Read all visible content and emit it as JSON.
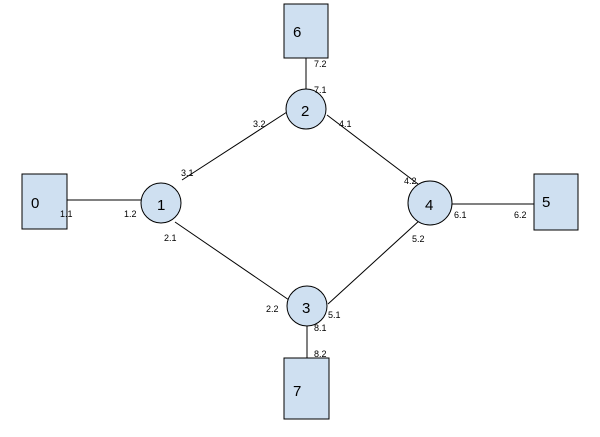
{
  "diagram": {
    "nodes": {
      "n0": {
        "label": "0",
        "shape": "box"
      },
      "n1": {
        "label": "1",
        "shape": "circle"
      },
      "n2": {
        "label": "2",
        "shape": "circle"
      },
      "n3": {
        "label": "3",
        "shape": "circle"
      },
      "n4": {
        "label": "4",
        "shape": "circle"
      },
      "n5": {
        "label": "5",
        "shape": "box"
      },
      "n6": {
        "label": "6",
        "shape": "box"
      },
      "n7": {
        "label": "7",
        "shape": "box"
      }
    },
    "links": [
      {
        "from": "0",
        "to": "1",
        "from_port": "1.1",
        "to_port": "1.2"
      },
      {
        "from": "1",
        "to": "2",
        "from_port": "3.1",
        "to_port": "3.2"
      },
      {
        "from": "1",
        "to": "3",
        "from_port": "2.1",
        "to_port": "2.2"
      },
      {
        "from": "2",
        "to": "4",
        "from_port": "4.1",
        "to_port": "4.2"
      },
      {
        "from": "3",
        "to": "4",
        "from_port": "5.1",
        "to_port": "5.2"
      },
      {
        "from": "4",
        "to": "5",
        "from_port": "6.1",
        "to_port": "6.2"
      },
      {
        "from": "2",
        "to": "6",
        "from_port": "7.1",
        "to_port": "7.2"
      },
      {
        "from": "3",
        "to": "7",
        "from_port": "8.1",
        "to_port": "8.2"
      }
    ],
    "ports": {
      "p1_1": "1.1",
      "p1_2": "1.2",
      "p2_1": "2.1",
      "p2_2": "2.2",
      "p3_1": "3.1",
      "p3_2": "3.2",
      "p4_1": "4.1",
      "p4_2": "4.2",
      "p5_1": "5.1",
      "p5_2": "5.2",
      "p6_1": "6.1",
      "p6_2": "6.2",
      "p7_1": "7.1",
      "p7_2": "7.2",
      "p8_1": "8.1",
      "p8_2": "8.2"
    },
    "colors": {
      "node_fill": "#cfe0f1",
      "stroke": "#000000",
      "background": "#ffffff"
    }
  }
}
